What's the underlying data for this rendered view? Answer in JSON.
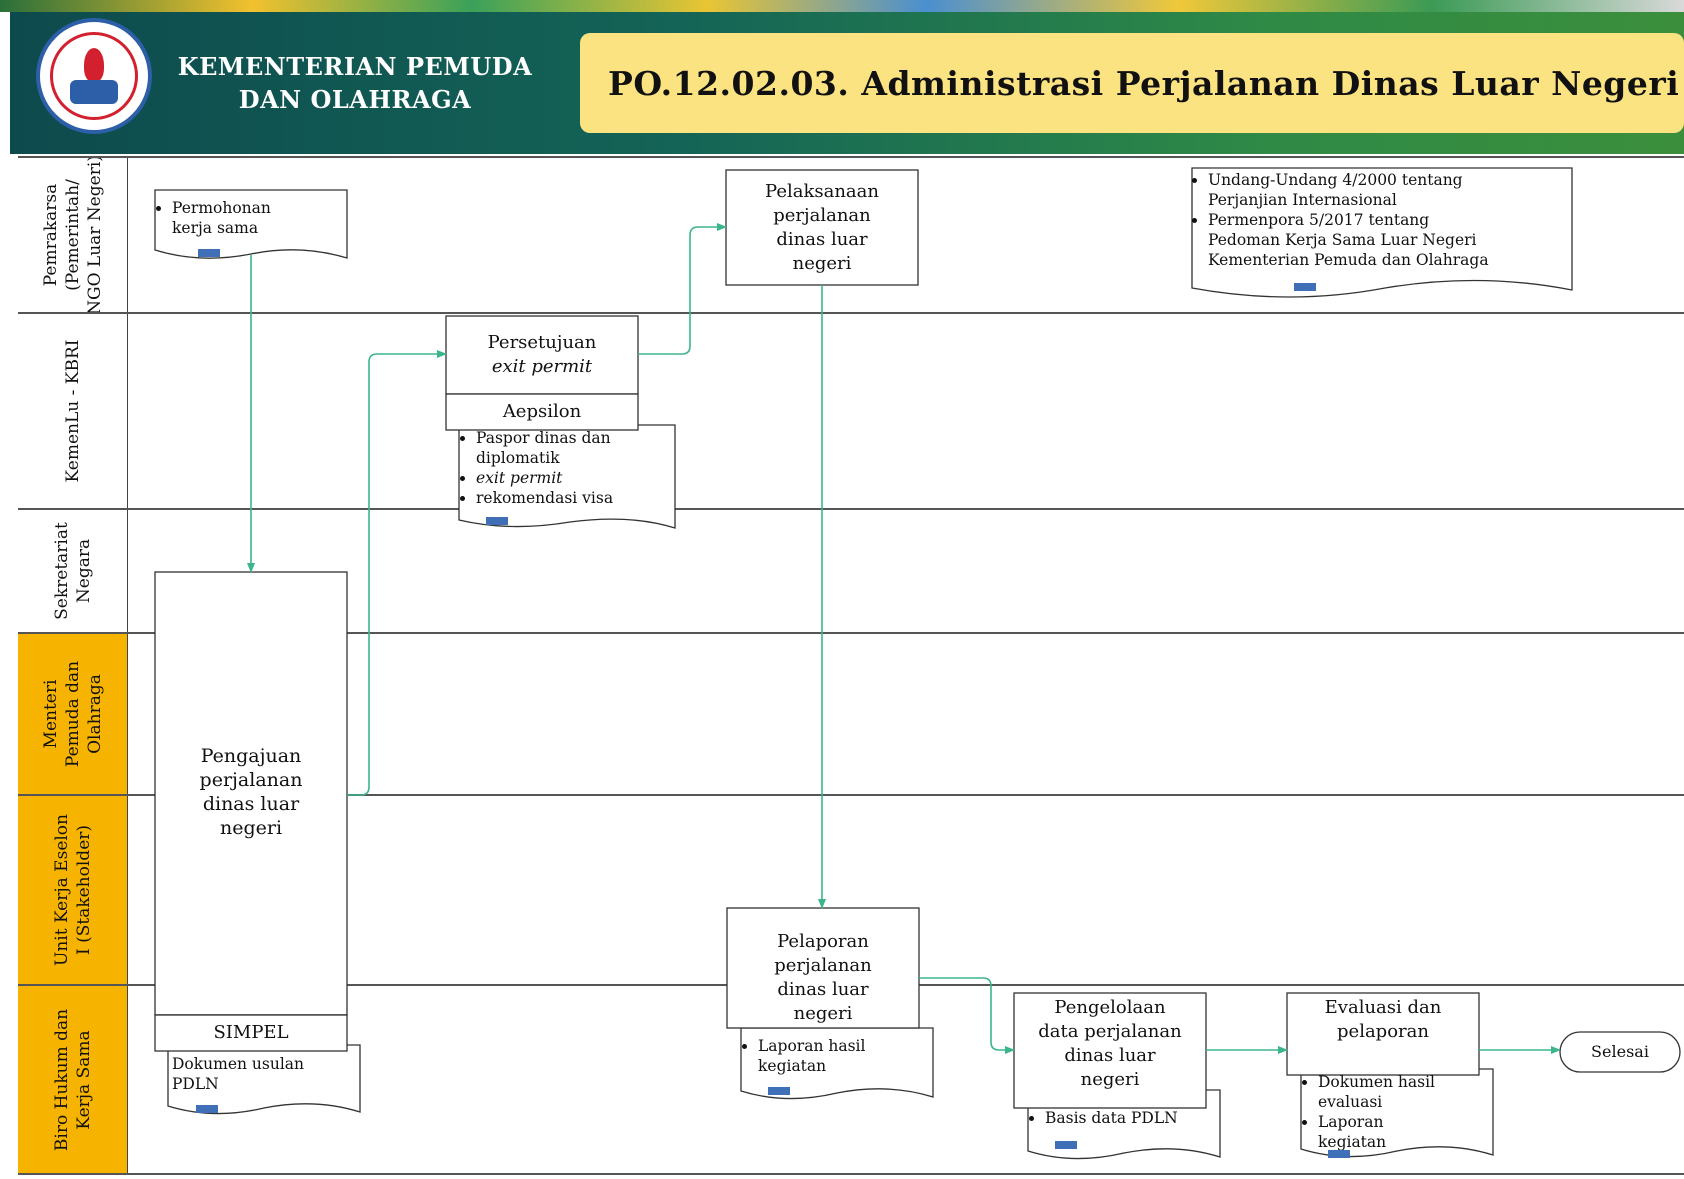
{
  "header": {
    "org_line1": "KEMENTERIAN PEMUDA",
    "org_line2": "DAN OLAHRAGA",
    "title": "PO.12.02.03.  Administrasi Perjalanan Dinas Luar Negeri"
  },
  "lanes": [
    {
      "label_line1": "Pemrakarsa",
      "label_line2": "(Pemerintah/",
      "label_line3": "NGO Luar",
      "label_line4": "Negeri)"
    },
    {
      "label_line1": "KemenLu - KBRI"
    },
    {
      "label_line1": "Sekretariat",
      "label_line2": "Negara"
    },
    {
      "label_line1": "Menteri",
      "label_line2": "Pemuda dan",
      "label_line3": "Olahraga"
    },
    {
      "label_line1": "Unit Kerja Eselon",
      "label_line2": "I (Stakeholder)"
    },
    {
      "label_line1": "Biro Hukum dan",
      "label_line2": "Kerja Sama"
    }
  ],
  "nodes": {
    "pengajuan": {
      "l1": "Pengajuan",
      "l2": "perjalanan",
      "l3": "dinas luar",
      "l4": "negeri",
      "system": "SIMPEL"
    },
    "persetujuan": {
      "l1": "Persetujuan",
      "l2": "exit permit",
      "system": "Aepsilon"
    },
    "pelaksanaan": {
      "l1": "Pelaksanaan",
      "l2": "perjalanan",
      "l3": "dinas luar",
      "l4": "negeri"
    },
    "pelaporan": {
      "l1": "Pelaporan",
      "l2": "perjalanan",
      "l3": "dinas luar",
      "l4": "negeri"
    },
    "pengelolaan": {
      "l1": "Pengelolaan",
      "l2": "data perjalanan",
      "l3": "dinas luar",
      "l4": "negeri"
    },
    "evaluasi": {
      "l1": "Evaluasi dan",
      "l2": "pelaporan"
    },
    "selesai": {
      "label": "Selesai"
    }
  },
  "documents": {
    "permohonan": {
      "item1": "Permohonan",
      "item1b": "kerja sama"
    },
    "regulasi": {
      "item1": "Undang-Undang 4/2000 tentang",
      "item1b": "Perjanjian Internasional",
      "item2": "Permenpora 5/2017 tentang",
      "item2b": "Pedoman Kerja Sama Luar Negeri",
      "item2c": "Kementerian Pemuda dan Olahraga"
    },
    "paspor": {
      "item1": "Paspor dinas dan",
      "item1b": "diplomatik",
      "item2": "exit permit",
      "item3": "rekomendasi visa"
    },
    "dokumen_usulan": {
      "line1": "Dokumen usulan",
      "line2": "PDLN"
    },
    "laporan_hasil": {
      "item1": "Laporan hasil",
      "item1b": "kegiatan"
    },
    "basis_data": {
      "item1": "Basis data PDLN"
    },
    "dokumen_evaluasi": {
      "item1": "Dokumen hasil",
      "item1b": "evaluasi",
      "item2": "Laporan",
      "item2b": "kegiatan"
    }
  },
  "colors": {
    "connector": "#3bb58a",
    "highlight_lane": "#f6b400",
    "title_box": "#fbe381",
    "doc_arrow": "#3f6fb7"
  }
}
